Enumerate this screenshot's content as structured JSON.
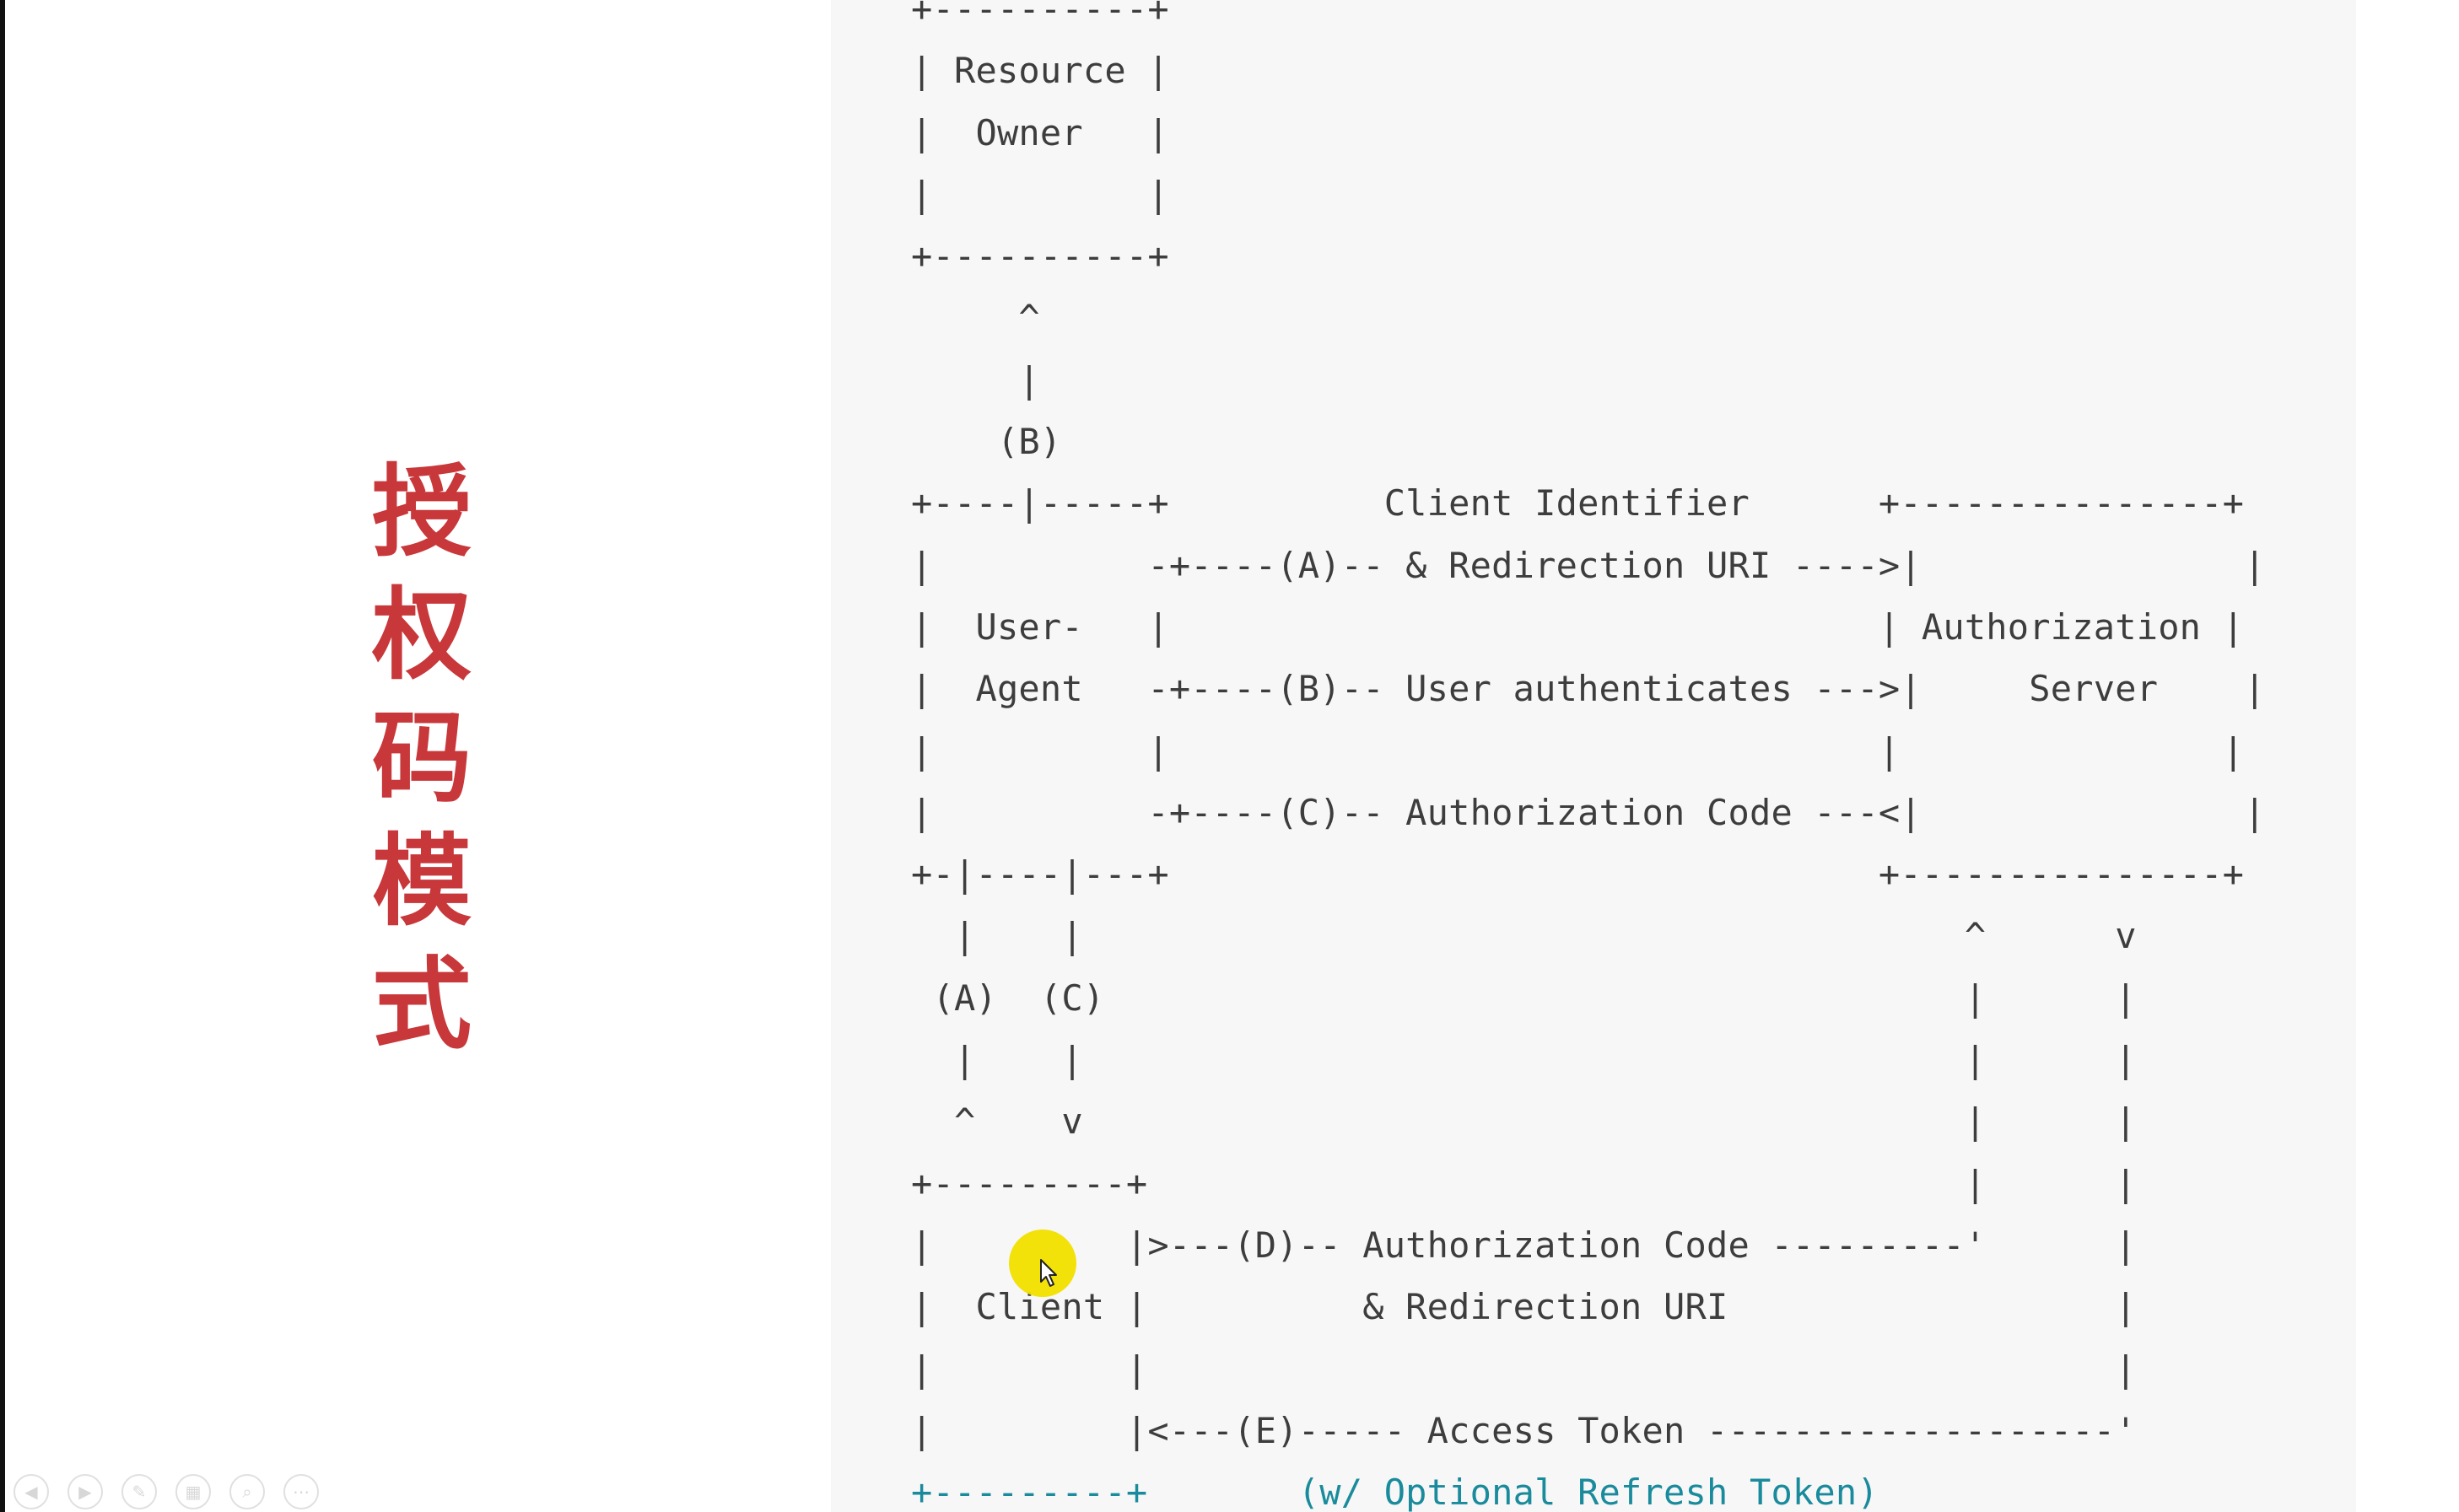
{
  "slide": {
    "title_chars": [
      "授",
      "权",
      "码",
      "模",
      "式"
    ],
    "title_color": "#c8373a"
  },
  "diagram": {
    "lines": [
      "+----------+",
      "| Resource |",
      "|  Owner   |",
      "|          |",
      "+----------+",
      "     ^",
      "     |",
      "    (B)",
      "+----|-----+          Client Identifier      +---------------+",
      "|          -+----(A)-- & Redirection URI ---->|               |",
      "|  User-   |                                 | Authorization |",
      "|  Agent   -+----(B)-- User authenticates --->|     Server    |",
      "|          |                                 |               |",
      "|          -+----(C)-- Authorization Code ---<|               |",
      "+-|----|---+                                 +---------------+",
      "  |    |                                         ^      v",
      " (A)  (C)                                        |      |",
      "  |    |                                         |      |",
      "  ^    v                                         |      |",
      "+---------+                                      |      |",
      "|         |>---(D)-- Authorization Code ---------'      |",
      "|  Client |          & Redirection URI                  |",
      "|         |                                             |",
      "|         |<---(E)----- Access Token -------------------'",
      "+---------+       (w/ Optional Refresh Token)"
    ],
    "text_color": "#3d3d3d",
    "accent_color": "#1a8b9c",
    "panel_color": "#f7f7f7"
  },
  "toolbar": {
    "icons": [
      "prev-icon",
      "next-icon",
      "pen-icon",
      "slides-icon",
      "zoom-icon",
      "more-icon"
    ]
  }
}
